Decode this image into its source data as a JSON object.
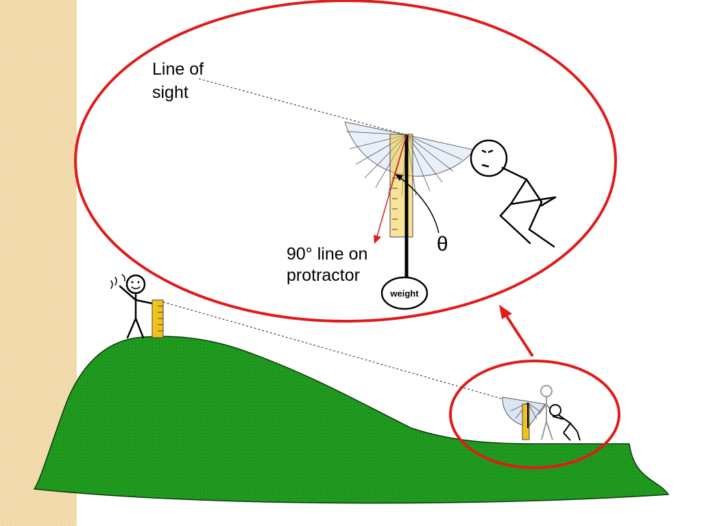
{
  "labels": {
    "line_of_sight_1": "Line of",
    "line_of_sight_2": "sight",
    "ninety_line_1": "90° line on",
    "ninety_line_2": "protractor",
    "theta": "θ",
    "weight": "weight"
  },
  "colors": {
    "side_strip": "#f3ddb0",
    "hill": "#1f9a1f",
    "callout_red": "#e01b1b",
    "ruler": "#f2c21b",
    "protractor_fill": "#dbe6f5"
  }
}
